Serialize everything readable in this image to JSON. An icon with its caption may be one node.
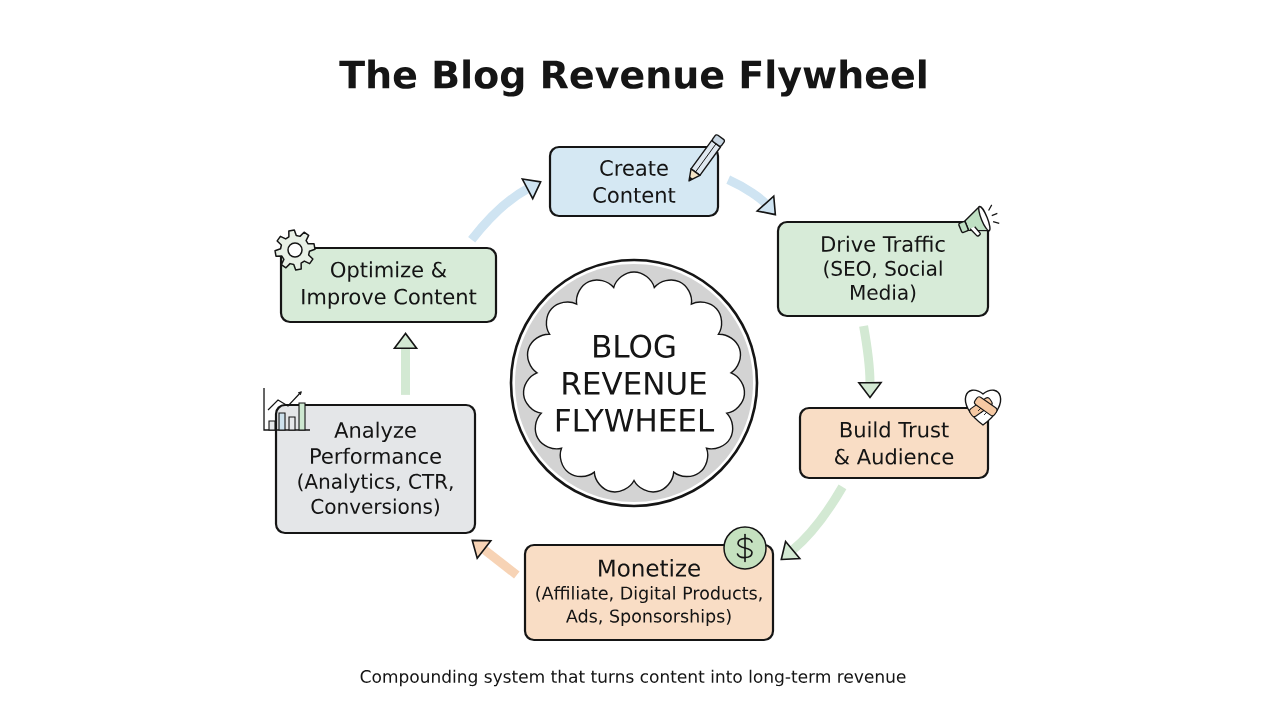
{
  "diagram": {
    "title": "The Blog Revenue Flywheel",
    "caption": "Compounding system that turns content into long-term revenue",
    "nodes": [
      {
        "text": [
          "Create Content"
        ]
      },
      {
        "text": [
          "Drive Traffic",
          "(SEO, Social Media)"
        ]
      },
      {
        "text": [
          "Build Trust & Audience"
        ]
      },
      {
        "text": [
          "Monetize",
          "(Affiliate, Digital Products, Ads, Sponsorships)"
        ]
      },
      {
        "text": [
          "Analyze Performance",
          "(Analytics, CTR, Conversions)"
        ]
      },
      {
        "text": [
          "Optimize & Improve Content"
        ]
      },
      {
        "text": [
          "BLOG REVENUE FLYWHEEL"
        ]
      }
    ],
    "edges": [
      {
        "from": 0,
        "to": 1,
        "arrow": "to",
        "color": "#cfe4f2"
      },
      {
        "from": 1,
        "to": 2,
        "arrow": "to"
      },
      {
        "from": 2,
        "to": 3,
        "arrow": "to"
      },
      {
        "from": 3,
        "to": 4,
        "arrow": "to",
        "color": "#f7d3b5"
      },
      {
        "from": 4,
        "to": 5,
        "arrow": "to"
      },
      {
        "from": 5,
        "to": 0,
        "arrow": "to",
        "color": "#cfe4f2"
      }
    ]
  }
}
